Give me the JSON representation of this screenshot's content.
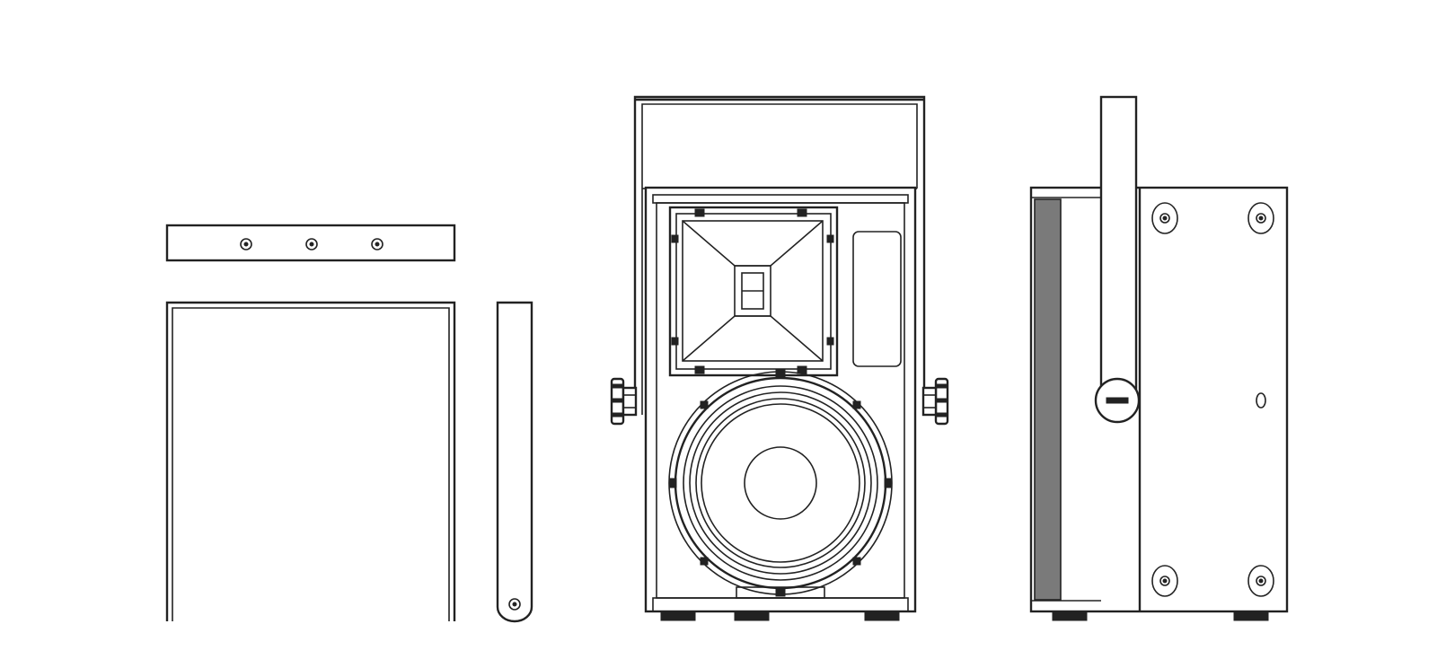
{
  "image": {
    "kind": "technical line drawing, no visible text",
    "colors": {
      "line": "#222222",
      "background": "#ffffff",
      "side_grille": "#7a7a7a"
    }
  },
  "components": [
    {
      "id": "bracket-top-bar",
      "holes": 3
    },
    {
      "id": "u-bracket"
    },
    {
      "id": "bracket-side-arm",
      "holes": 1
    },
    {
      "id": "speaker-front-view",
      "horn": 1,
      "woofer": 1,
      "knobs": 2,
      "feet": 3
    },
    {
      "id": "speaker-side-view",
      "mount-points": 4,
      "handle": 1,
      "feet": 2
    }
  ]
}
